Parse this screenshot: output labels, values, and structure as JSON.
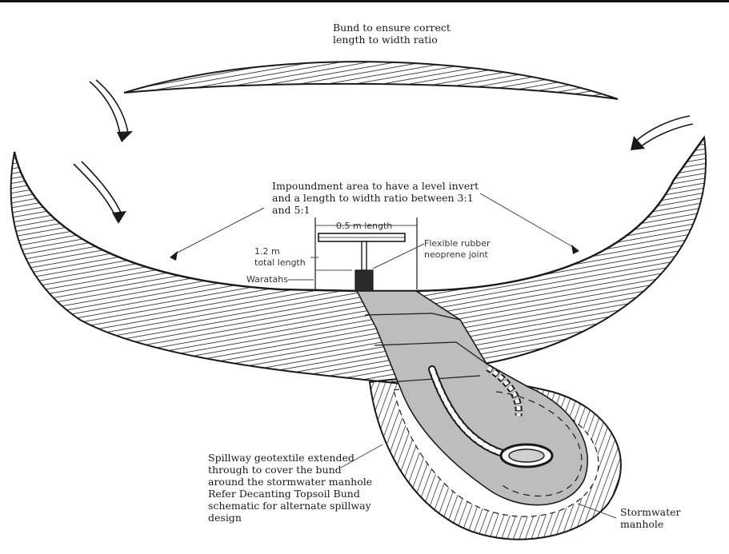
{
  "labels": {
    "bund_top": "Bund to ensure correct\nlength to width ratio",
    "impoundment": "Impoundment area to have a level invert\nand a length to width ratio between 3:1\nand 5:1",
    "length_05": "0.5 m length",
    "total_12": "1.2 m\ntotal length",
    "waratahs": "Waratahs",
    "rubber_joint": "Flexible rubber\nneoprene joint",
    "spillway": "Spillway geotextile extended\nthrough to cover the bund\naround the stormwater manhole\nRefer Decanting Topsoil Bund\nschematic for alternate spillway\ndesign",
    "manhole": "Stormwater\nmanhole"
  },
  "colors": {
    "ink": "#1a1a1a",
    "spillway_fill": "#bdbdbd",
    "background": "#ffffff"
  }
}
